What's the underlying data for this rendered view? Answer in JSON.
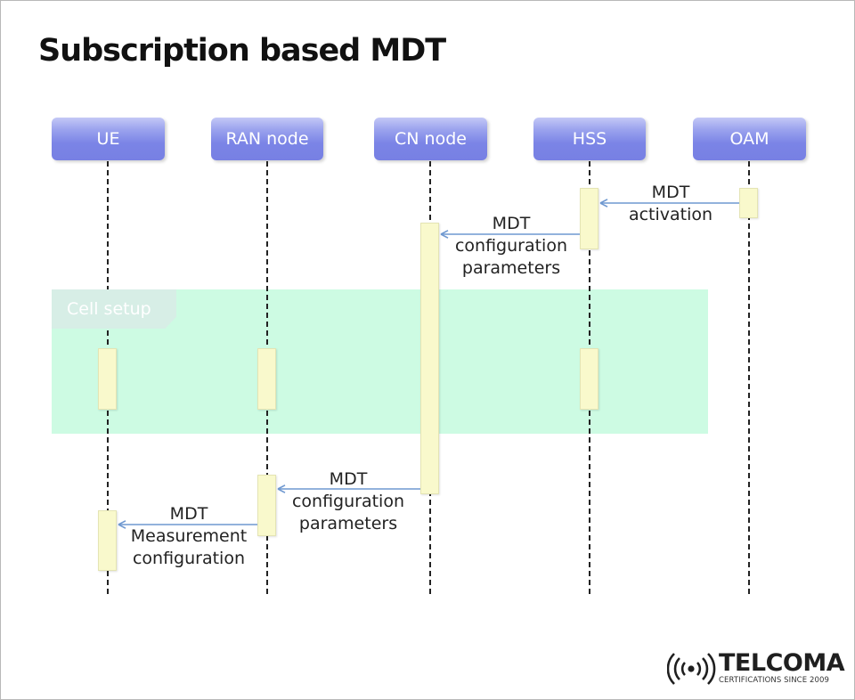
{
  "title": "Subscription based MDT",
  "actors": {
    "ue": "UE",
    "ran": "RAN node",
    "cn": "CN node",
    "hss": "HSS",
    "oam": "OAM"
  },
  "fragment": {
    "label": "Cell setup"
  },
  "messages": [
    {
      "from": "OAM",
      "to": "HSS",
      "lines": [
        "MDT",
        "activation"
      ]
    },
    {
      "from": "HSS",
      "to": "CN node",
      "lines": [
        "MDT",
        "configuration",
        "parameters"
      ]
    },
    {
      "from": "CN node",
      "to": "RAN node",
      "lines": [
        "MDT",
        "configuration",
        "parameters"
      ]
    },
    {
      "from": "RAN node",
      "to": "UE",
      "lines": [
        "MDT",
        "Measurement",
        "configuration"
      ]
    }
  ],
  "colors": {
    "actor": "#7b84e6",
    "activation": "#f9f9cc",
    "fragment": "#cdfbe3",
    "arrow": "#6f98d0"
  },
  "logo": {
    "name": "TELCOMA",
    "tagline": "CERTIFICATIONS SINCE 2009"
  }
}
